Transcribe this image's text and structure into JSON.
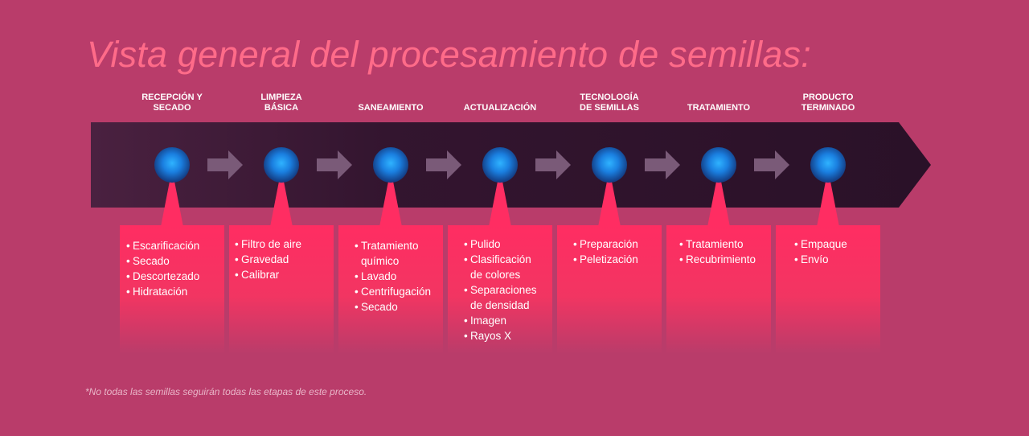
{
  "title": "Vista general del procesamiento de semillas:",
  "footnote": "*No todas las semillas seguirán todas las etapas de este proceso.",
  "colors": {
    "background": "#b93c6a",
    "title": "#ff6b89",
    "band": "#2a1128",
    "box": "#ff2d62",
    "node": "#1a7fe0",
    "arrow": "#7a5a78"
  },
  "stages": [
    {
      "label_lines": [
        "RECEPCIÓN Y",
        "SECADO"
      ],
      "items": [
        "Escarificación",
        "Secado",
        "Descortezado",
        "Hidratación"
      ]
    },
    {
      "label_lines": [
        "LIMPIEZA",
        "BÁSICA"
      ],
      "items": [
        "Filtro de aire",
        "Gravedad",
        "Calibrar"
      ]
    },
    {
      "label_lines": [
        "SANEAMIENTO"
      ],
      "items": [
        "Tratamiento",
        "químico",
        "Lavado",
        "Centrifugación",
        "Secado"
      ]
    },
    {
      "label_lines": [
        "ACTUALIZACIÓN"
      ],
      "items": [
        "Pulido",
        "Clasificación",
        "de colores",
        "Separaciones",
        "de densidad",
        "Imagen",
        "Rayos X"
      ]
    },
    {
      "label_lines": [
        "TECNOLOGÍA",
        "DE SEMILLAS"
      ],
      "items": [
        "Preparación",
        "Peletización"
      ]
    },
    {
      "label_lines": [
        "TRATAMIENTO"
      ],
      "items": [
        "Tratamiento",
        "Recubrimiento"
      ]
    },
    {
      "label_lines": [
        "PRODUCTO",
        "TERMINADO"
      ],
      "items": [
        "Empaque",
        "Envío"
      ]
    }
  ]
}
